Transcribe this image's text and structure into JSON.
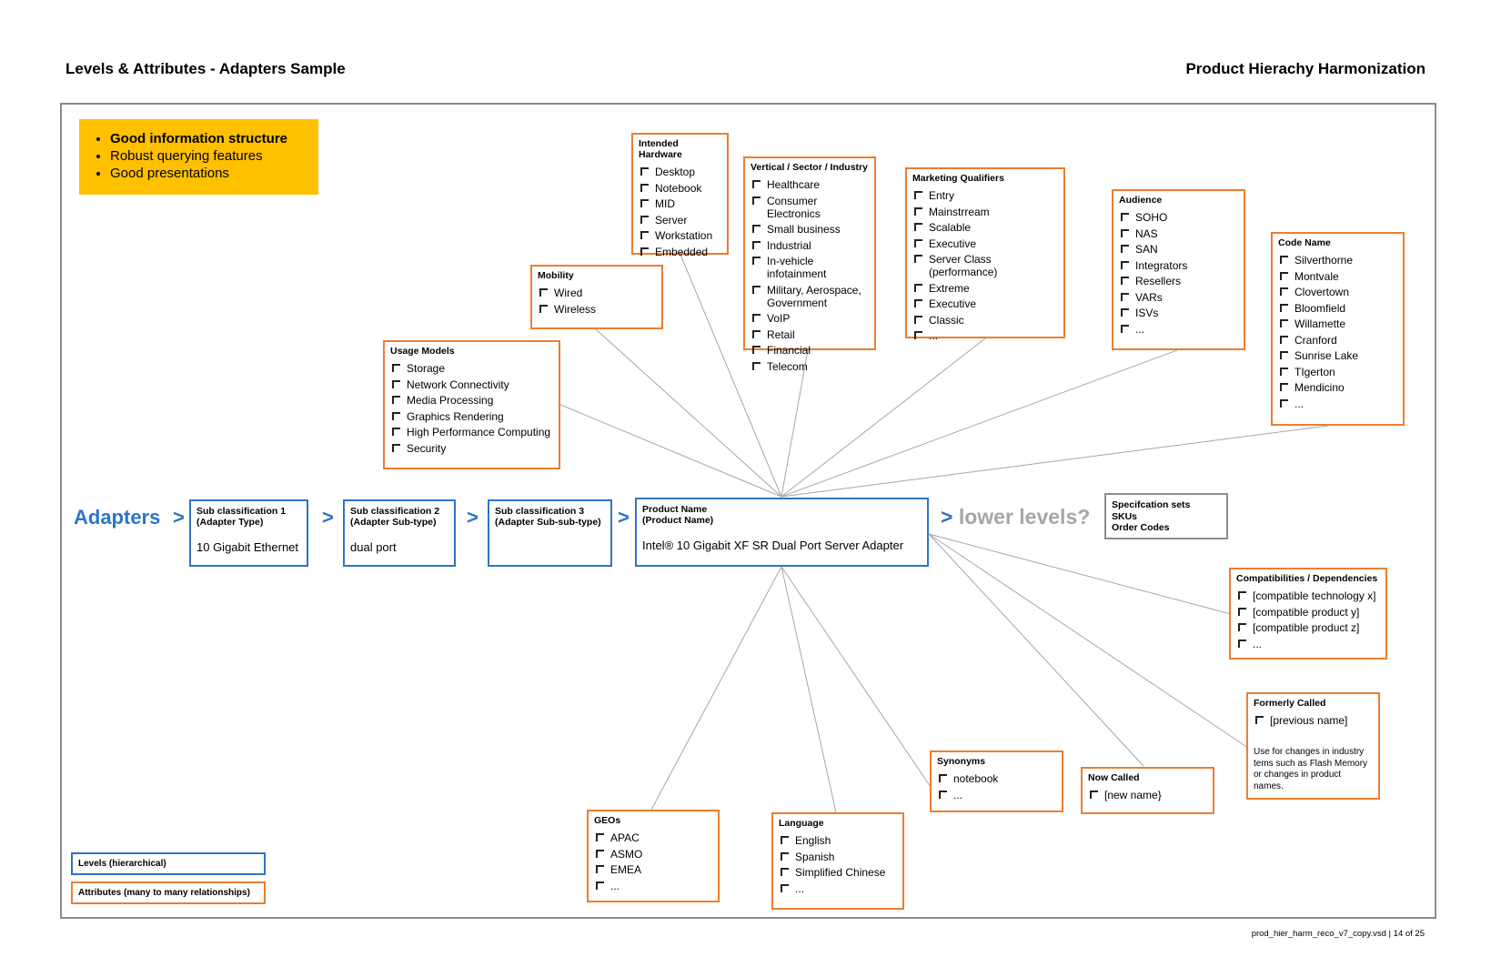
{
  "header": {
    "left_title": "Levels & Attributes - Adapters Sample",
    "right_title": "Product Hierachy Harmonization"
  },
  "note": {
    "items": [
      "Good information structure",
      "Robust querying features",
      "Good presentations"
    ]
  },
  "attributes": {
    "intended_hardware": {
      "title": "Intended Hardware",
      "items": [
        "Desktop",
        "Notebook",
        "MID",
        "Server",
        "Workstation",
        "Embedded"
      ]
    },
    "vertical": {
      "title": "Vertical / Sector / Industry",
      "items": [
        "Healthcare",
        "Consumer Electronics",
        "Small business",
        "Industrial",
        "In-vehicle infotainment",
        "Military, Aerospace, Government",
        "VoIP",
        "Retail",
        "Financial",
        "Telecom"
      ]
    },
    "marketing": {
      "title": "Marketing Qualifiers",
      "items": [
        "Entry",
        "Mainstrream",
        "Scalable",
        "Executive",
        "Server Class (performance)",
        "Extreme",
        "Executive",
        "Classic",
        "..."
      ]
    },
    "audience": {
      "title": "Audience",
      "items": [
        "SOHO",
        "NAS",
        "SAN",
        "Integrators",
        "Resellers",
        "VARs",
        "ISVs",
        "..."
      ]
    },
    "code_name": {
      "title": "Code Name",
      "items": [
        "Silverthorne",
        "Montvale",
        "Clovertown",
        "Bloomfield",
        "Willamette",
        "Cranford",
        "Sunrise Lake",
        "TIgerton",
        "Mendicino",
        "..."
      ]
    },
    "mobility": {
      "title": "Mobility",
      "items": [
        "Wired",
        "Wireless"
      ]
    },
    "usage": {
      "title": "Usage Models",
      "items": [
        "Storage",
        "Network Connectivity",
        "Media Processing",
        "Graphics Rendering",
        "High Performance Computing",
        "Security"
      ]
    },
    "compat": {
      "title": "Compatibilities / Dependencies",
      "items": [
        "[compatible technology x]",
        "[compatible product y]",
        "[compatible product z]",
        "..."
      ]
    },
    "formerly": {
      "title": "Formerly Called",
      "items": [
        "[previous name]"
      ],
      "note": "Use for changes in industry tems such as Flash Memory or changes in product names."
    },
    "now_called": {
      "title": "Now Called",
      "items": [
        "[new name}"
      ]
    },
    "synonyms": {
      "title": "Synonyms",
      "items": [
        "notebook",
        "..."
      ]
    },
    "language": {
      "title": "Language",
      "items": [
        "English",
        "Spanish",
        "Simplified Chinese",
        "..."
      ]
    },
    "geos": {
      "title": "GEOs",
      "items": [
        "APAC",
        "ASMO",
        "EMEA",
        "..."
      ]
    }
  },
  "levels": {
    "root": "Adapters",
    "sep": ">",
    "sub1": {
      "title": "Sub classification 1\n(Adapter Type)",
      "value": "10 Gigabit Ethernet"
    },
    "sub2": {
      "title": "Sub classification 2\n(Adapter Sub-type)",
      "value": "dual port"
    },
    "sub3": {
      "title": "Sub classification 3\n(Adapter Sub-sub-type)",
      "value": ""
    },
    "product": {
      "title": "Product Name\n(Product Name)",
      "value": "Intel® 10 Gigabit XF SR Dual Port Server Adapter"
    },
    "lower": "lower levels?",
    "spec": "Specifcation sets\nSKUs\nOrder Codes"
  },
  "legend": {
    "levels": "Levels (hierarchical)",
    "attributes": "Attributes (many to many relationships)"
  },
  "footer": "prod_hier_harm_reco_v7_copy.vsd | 14 of 25",
  "colors": {
    "level_border": "#2e74c8",
    "attribute_border": "#ed7d31",
    "note_fill": "#ffc000",
    "frame": "#8c8c8c"
  }
}
